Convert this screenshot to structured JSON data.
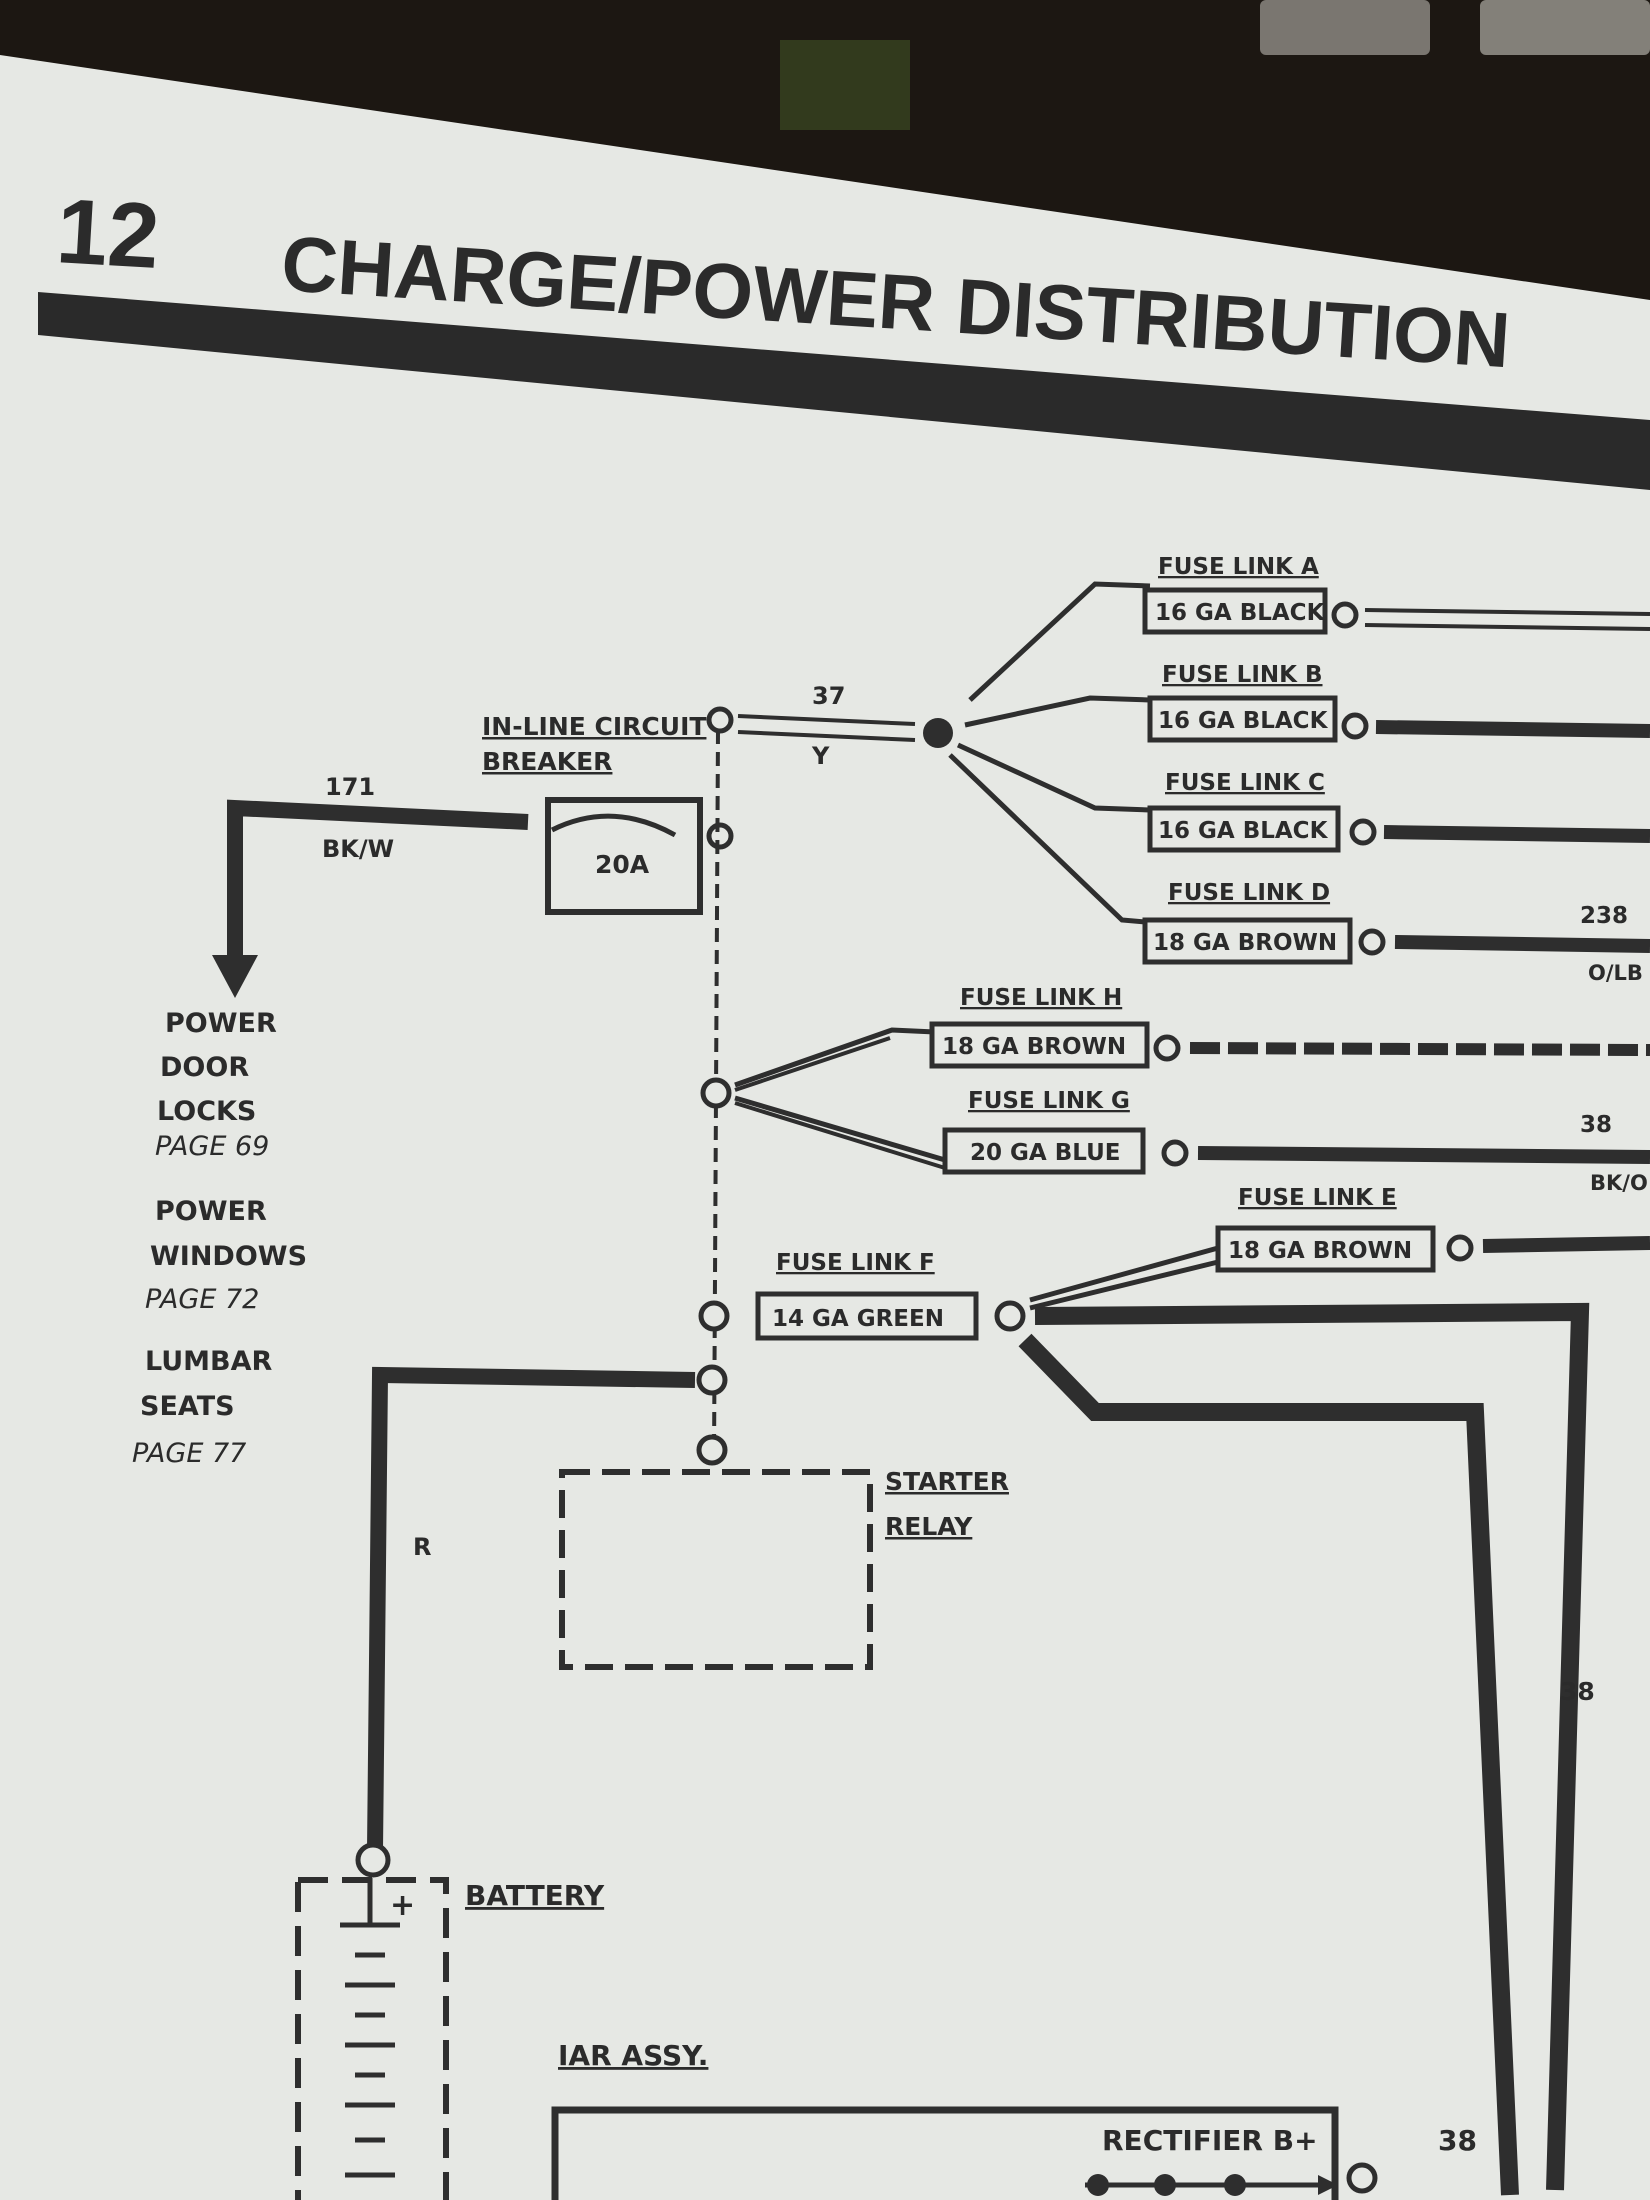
{
  "header": {
    "section_number": "12",
    "title": "CHARGE/POWER DISTRIBUTION"
  },
  "circuit_breaker": {
    "label_line1": "IN-LINE CIRCUIT",
    "label_line2": "BREAKER",
    "rating": "20A"
  },
  "wires": {
    "w171": {
      "circuit": "171",
      "color": "BK/W"
    },
    "w37": {
      "circuit": "37",
      "color": "Y"
    },
    "w238": {
      "circuit": "238",
      "color": "O/LB"
    },
    "w38_top": {
      "circuit": "38",
      "color": "BK/O"
    },
    "w38_right": {
      "circuit": "38"
    },
    "w38_bottom": {
      "circuit": "38"
    },
    "wR": {
      "color": "R"
    }
  },
  "fuse_links": [
    {
      "name": "FUSE LINK A",
      "spec": "16 GA BLACK"
    },
    {
      "name": "FUSE LINK B",
      "spec": "16 GA BLACK"
    },
    {
      "name": "FUSE LINK C",
      "spec": "16 GA BLACK"
    },
    {
      "name": "FUSE LINK D",
      "spec": "18 GA BROWN"
    },
    {
      "name": "FUSE LINK H",
      "spec": "18 GA BROWN"
    },
    {
      "name": "FUSE LINK G",
      "spec": "20 GA BLUE"
    },
    {
      "name": "FUSE LINK E",
      "spec": "18 GA BROWN"
    },
    {
      "name": "FUSE LINK F",
      "spec": "14 GA GREEN"
    }
  ],
  "references": [
    {
      "line1": "POWER",
      "line2": "DOOR",
      "line3": "LOCKS",
      "page": "PAGE 69"
    },
    {
      "line1": "POWER",
      "line2": "WINDOWS",
      "page": "PAGE 72"
    },
    {
      "line1": "LUMBAR",
      "line2": "SEATS",
      "page": "PAGE 77"
    }
  ],
  "components": {
    "starter_relay_line1": "STARTER",
    "starter_relay_line2": "RELAY",
    "battery": "BATTERY",
    "battery_plus": "+",
    "alternator_assy": "IAR ASSY.",
    "rectifier": "RECTIFIER B+"
  }
}
